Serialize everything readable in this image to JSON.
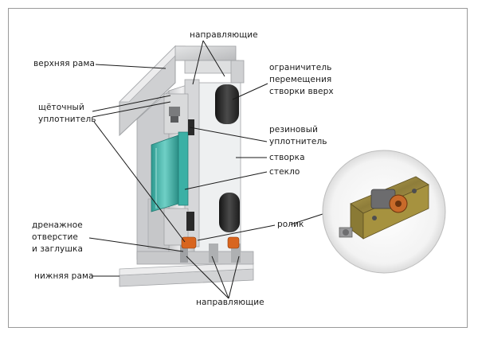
{
  "labels": {
    "guides_top": "направляющие",
    "top_frame": "верхняя рама",
    "travel_limiter": "ограничитель\nперемещения\nстворки вверх",
    "brush_seal": "щёточный\nуплотнитель",
    "rubber_seal": "резиновый\nуплотнитель",
    "sash": "створка",
    "glass": "стекло",
    "roller": "ролик",
    "drain_hole": "дренажное\nотверстие\nи заглушка",
    "bottom_frame": "нижняя рама",
    "guides_bottom": "направляющие"
  },
  "colors": {
    "frame_border": "#9a9a9a",
    "aluminum": "#d9dadc",
    "seal": "#2e2e2e",
    "glass": "#3fb2a6",
    "roller": "#d8651f"
  }
}
